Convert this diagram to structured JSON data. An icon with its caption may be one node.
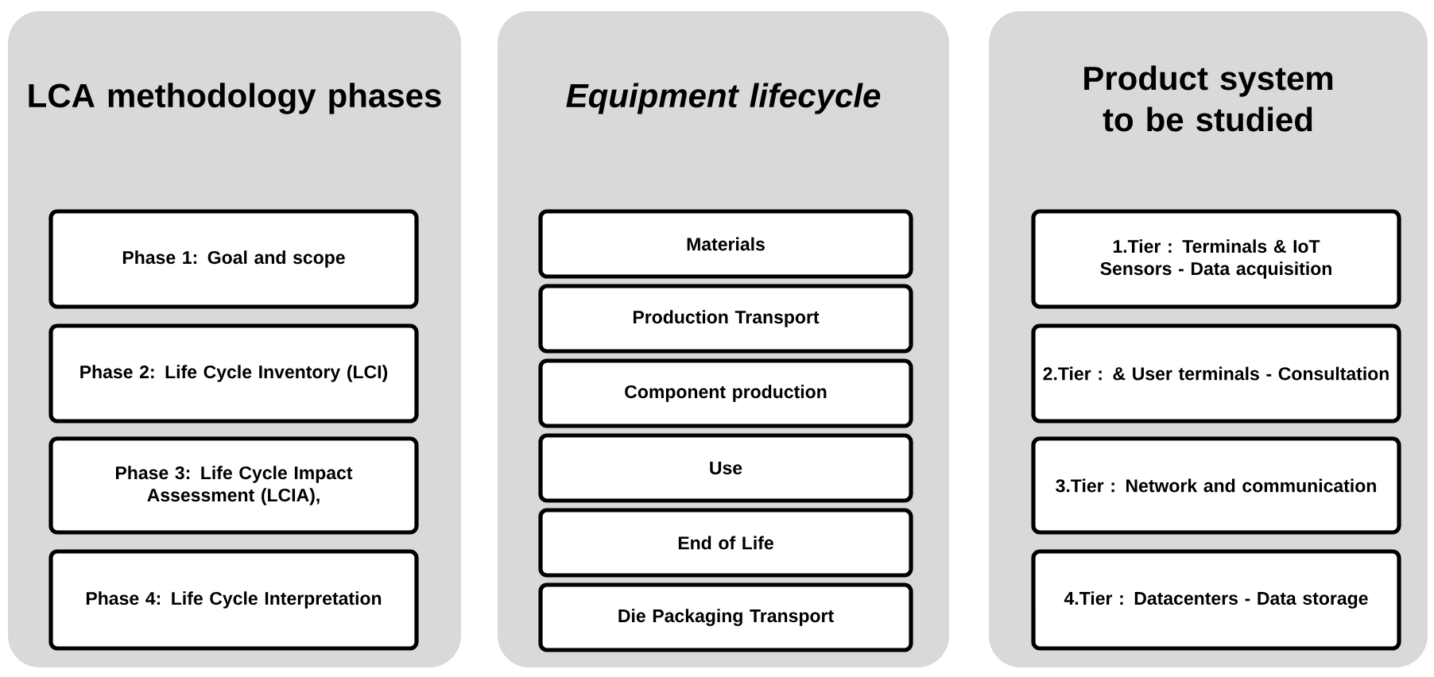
{
  "diagram": {
    "nodes": [
      {
        "text": [
          "LCA methodology phases"
        ]
      },
      {
        "text": [
          "Phase 1: Goal and scope"
        ],
        "in": 0
      },
      {
        "text": [
          "Phase 2: Life Cycle Inventory (LCI)"
        ],
        "in": 0
      },
      {
        "text": [
          "Phase 3: Life Cycle Impact Assessment (LCIA),"
        ],
        "in": 0
      },
      {
        "text": [
          "Phase 4: Life Cycle Interpretation"
        ],
        "in": 0
      },
      {
        "text": [
          "Equipment lifecycle"
        ]
      },
      {
        "text": [
          "Materials"
        ],
        "in": 5
      },
      {
        "text": [
          "Production Transport"
        ],
        "in": 5
      },
      {
        "text": [
          "Component production"
        ],
        "in": 5
      },
      {
        "text": [
          "Use"
        ],
        "in": 5
      },
      {
        "text": [
          "End of Life"
        ],
        "in": 5
      },
      {
        "text": [
          "Die Packaging Transport"
        ],
        "in": 5
      },
      {
        "text": [
          "Product system to be studied"
        ]
      },
      {
        "text": [
          "1.Tier : Terminals & IoT Sensors - Data acquisition"
        ],
        "in": 12
      },
      {
        "text": [
          "2.Tier : & User terminals - Consultation"
        ],
        "in": 12
      },
      {
        "text": [
          "3.Tier : Network and communication"
        ],
        "in": 12
      },
      {
        "text": [
          "4.Tier : Datacenters - Data storage"
        ],
        "in": 12
      }
    ]
  }
}
